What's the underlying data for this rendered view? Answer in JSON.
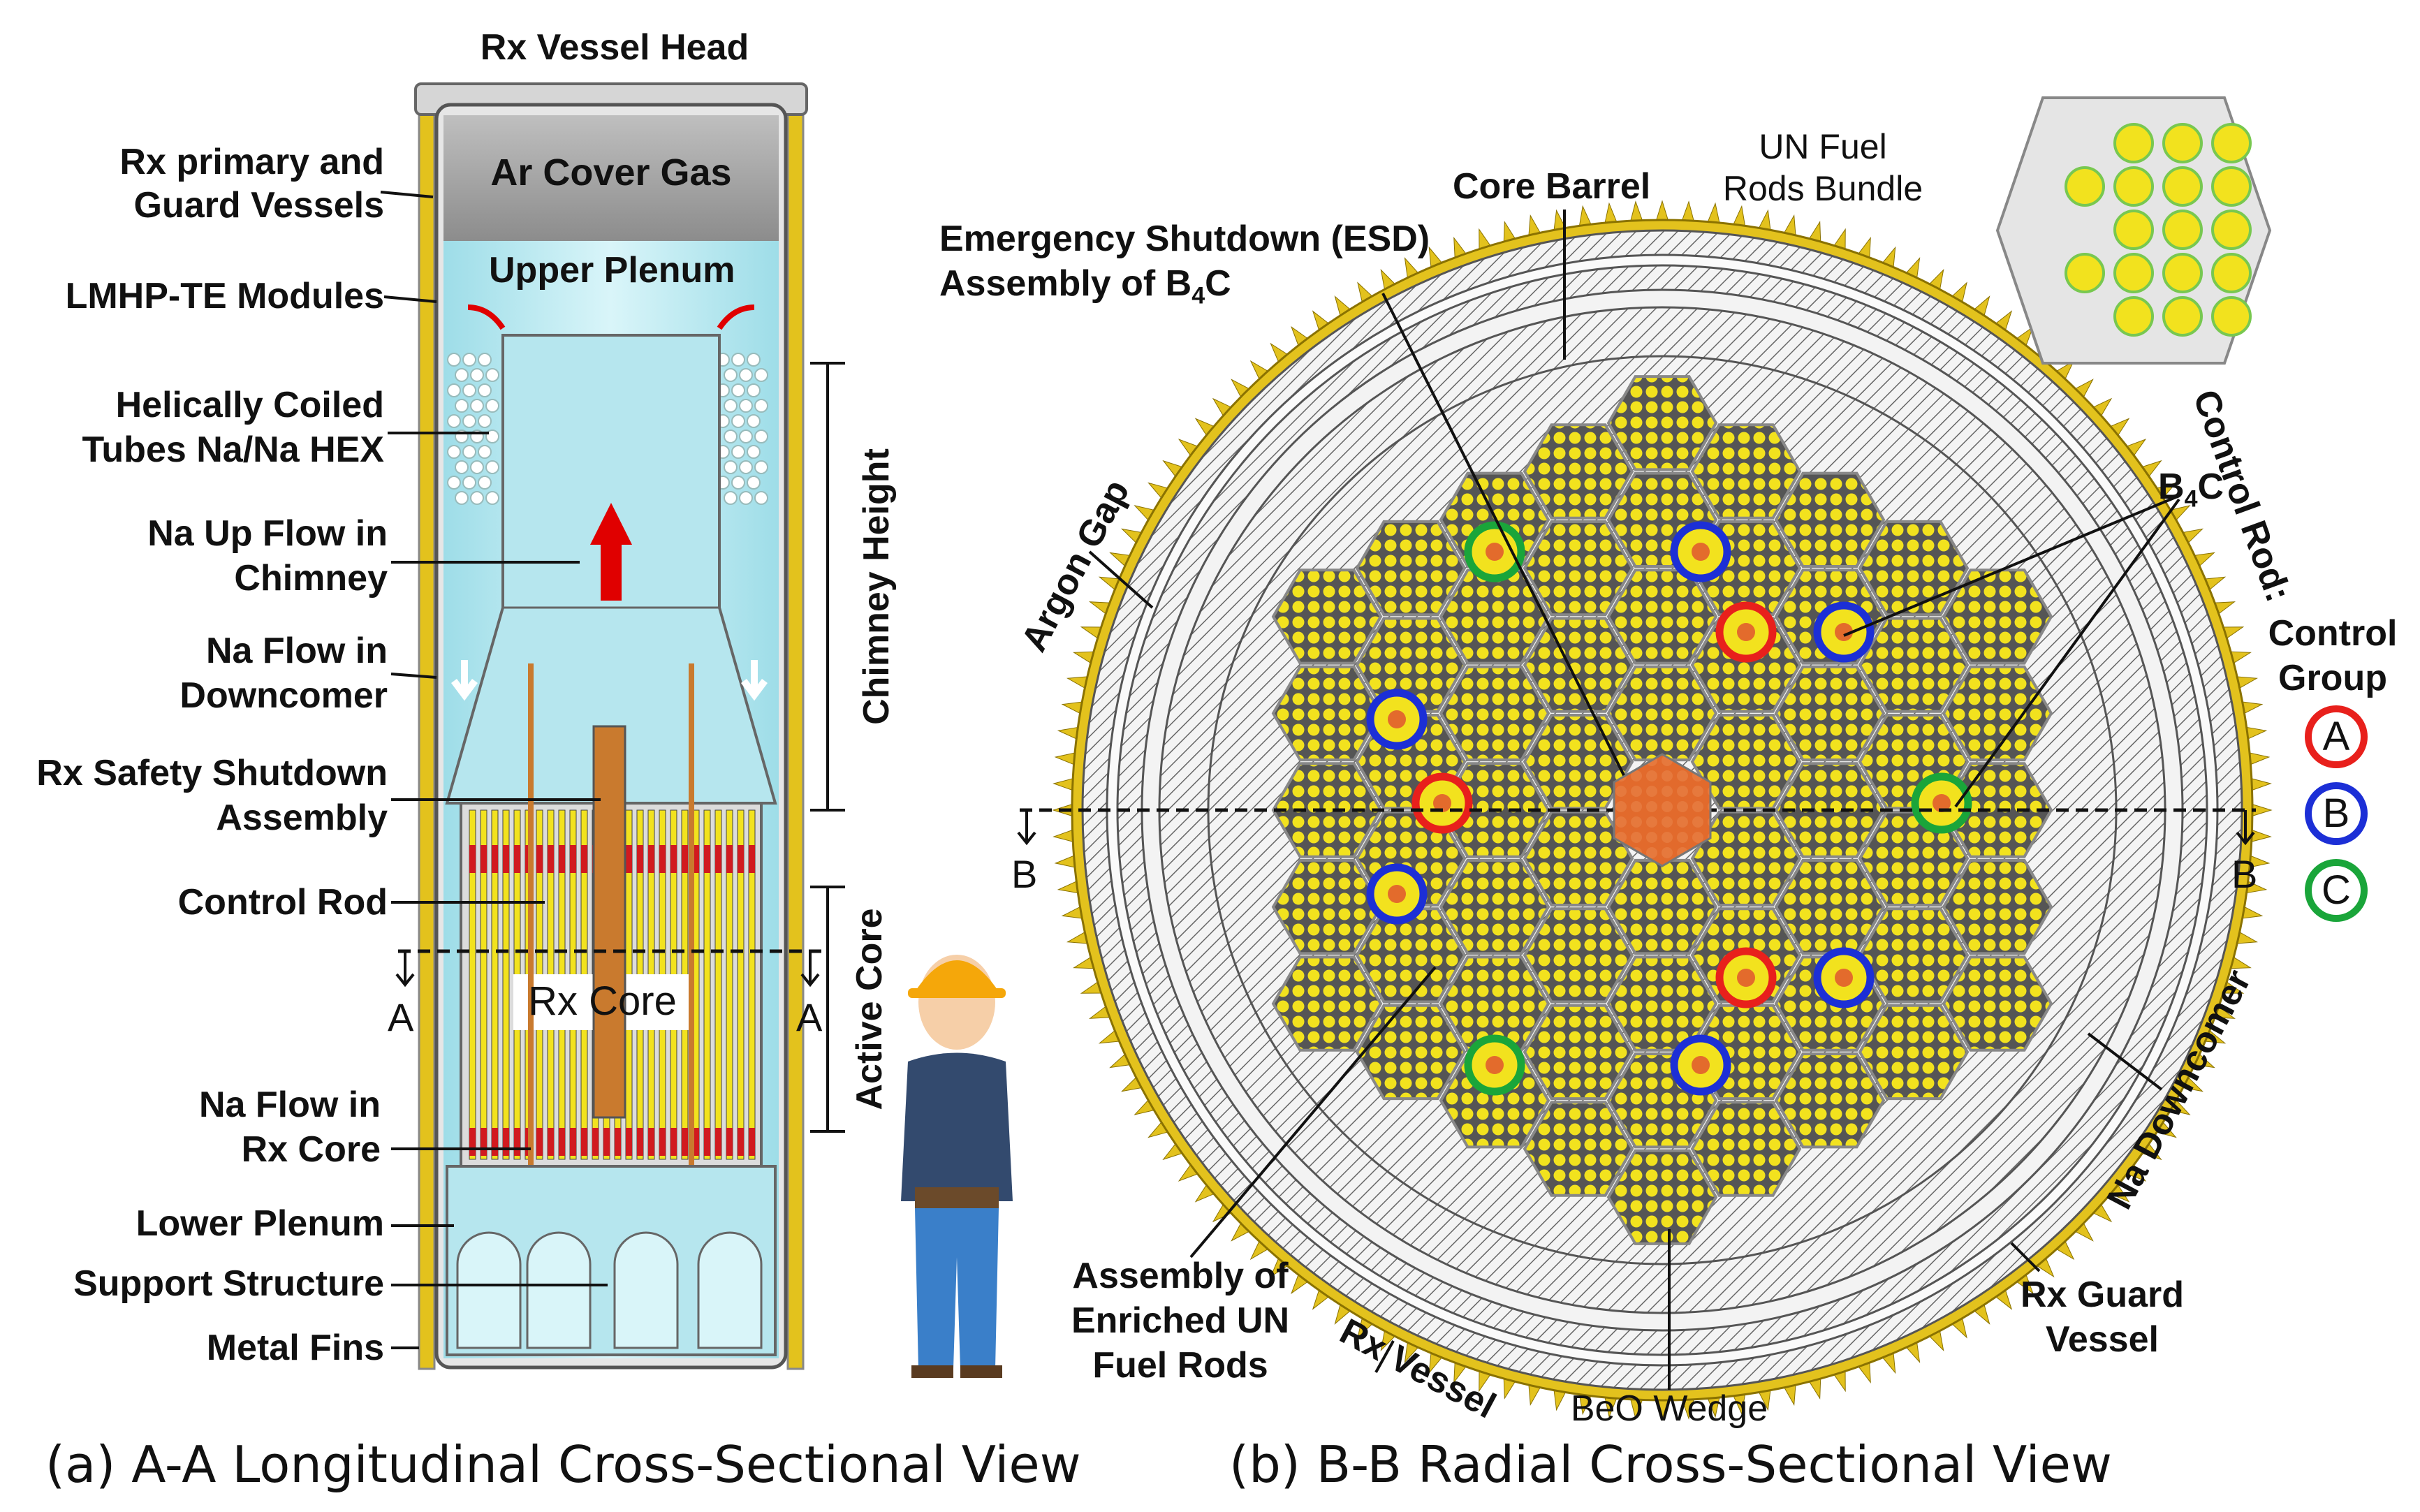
{
  "left_view": {
    "caption": "(a) A-A Longitudinal Cross-Sectional View",
    "labels": {
      "vessel_head": "Rx Vessel Head",
      "cover_gas": "Ar Cover Gas",
      "upper_plenum": "Upper Plenum",
      "primary_guard_1": "Rx primary and",
      "primary_guard_2": "Guard Vessels",
      "lmhp": "LMHP-TE Modules",
      "hex_1": "Helically Coiled",
      "hex_2": "Tubes Na/Na HEX",
      "upflow_1": "Na Up Flow in",
      "upflow_2": "Chimney",
      "downcomer_1": "Na Flow in",
      "downcomer_2": "Downcomer",
      "safety_1": "Rx Safety Shutdown",
      "safety_2": "Assembly",
      "control_rod": "Control Rod",
      "core_flow_1": "Na Flow in",
      "core_flow_2": "Rx Core",
      "lower_plenum": "Lower Plenum",
      "support": "Support Structure",
      "fins": "Metal Fins",
      "rx_core": "Rx Core",
      "chimney_height": "Chimney Height",
      "active_core": "Active Core",
      "section_letter": "A"
    }
  },
  "right_view": {
    "caption": "(b) B-B Radial Cross-Sectional View",
    "labels": {
      "core_barrel": "Core Barrel",
      "esd_1": "Emergency Shutdown (ESD)",
      "esd_2_prefix": "Assembly of B",
      "esd_2_sub": "4",
      "esd_2_suffix": "C",
      "un_bundle_1": "UN Fuel",
      "un_bundle_2": "Rods Bundle",
      "argon_gap": "Argon Gap",
      "control_rod": "Control Rod:",
      "b4c_prefix": "B",
      "b4c_sub": "4",
      "b4c_suffix": "C",
      "control_group_1": "Control",
      "control_group_2": "Group",
      "assembly_1": "Assembly of",
      "assembly_2": "Enriched UN",
      "assembly_3": "Fuel Rods",
      "rx_vessel": "Rx Vessel",
      "beo_wedge": "BeO Wedge",
      "na_downcomer": "Na Downcomer",
      "guard_1": "Rx Guard",
      "guard_2": "Vessel",
      "section_letter": "B"
    },
    "control_groups": [
      {
        "letter": "A",
        "color": "#e8201c"
      },
      {
        "letter": "B",
        "color": "#1c2fd6"
      },
      {
        "letter": "C",
        "color": "#1aa53a"
      }
    ]
  },
  "colors": {
    "fuel": "#f2e21e",
    "coolant": "#c8eef4",
    "rod_red": "#d11a1f",
    "arrow_red": "#e00000",
    "b4c_orange": "#e36b2c",
    "fin_gold": "#e3c21d"
  }
}
